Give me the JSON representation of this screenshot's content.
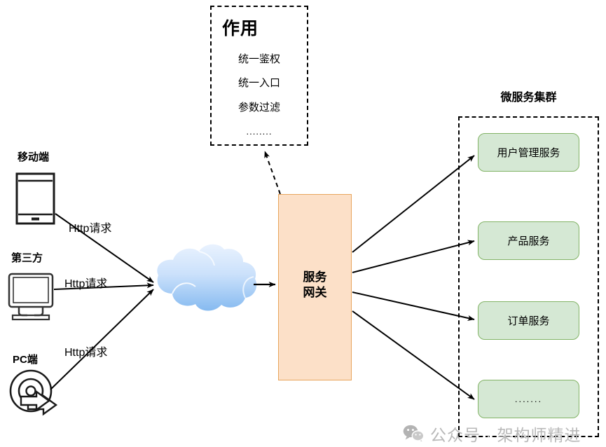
{
  "diagram": {
    "role_panel": {
      "title": "作用",
      "items": [
        "统一鉴权",
        "统一入口",
        "参数过滤",
        "........"
      ]
    },
    "gateway": {
      "label": "服务\n网关",
      "label_line1": "服务",
      "label_line2": "网关",
      "fill_color": "#fce0c8",
      "border_color": "#e8a55c"
    },
    "cloud": {
      "name": "network-cloud",
      "gradient_top": "#e3eefd",
      "gradient_bottom": "#8bbcf0"
    },
    "clients": [
      {
        "label": "移动端",
        "icon": "mobile-phone-icon",
        "request_label": "Http请求"
      },
      {
        "label": "第三方",
        "icon": "desktop-monitor-icon",
        "request_label": "Http请求"
      },
      {
        "label": "PC端",
        "icon": "disk-transfer-icon",
        "request_label": "Http请求"
      }
    ],
    "cluster": {
      "title": "微服务集群",
      "services": [
        {
          "label": "用户管理服务"
        },
        {
          "label": "产品服务"
        },
        {
          "label": "订单服务"
        },
        {
          "label": "......."
        }
      ],
      "service_fill": "#d5e8d4",
      "service_border": "#82b366"
    },
    "watermark": {
      "icon": "wechat-icon",
      "text": "公众号 · 架构师精进",
      "color": "#b8b8b8"
    }
  }
}
